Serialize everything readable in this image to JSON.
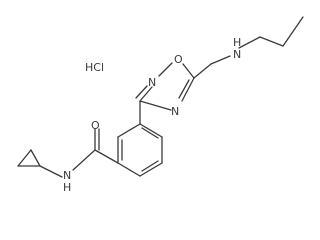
{
  "salt": {
    "label": "HCl"
  },
  "atoms": {
    "o_carbonyl": "O",
    "n_amide": "N",
    "h_amide": "H",
    "n_ring_3": "N",
    "n_ring_4": "N",
    "o_ring": "O",
    "n_amine": "N",
    "h_amine": "H"
  },
  "colors": {
    "bond": "#3a3a3a",
    "background": "#ffffff"
  }
}
